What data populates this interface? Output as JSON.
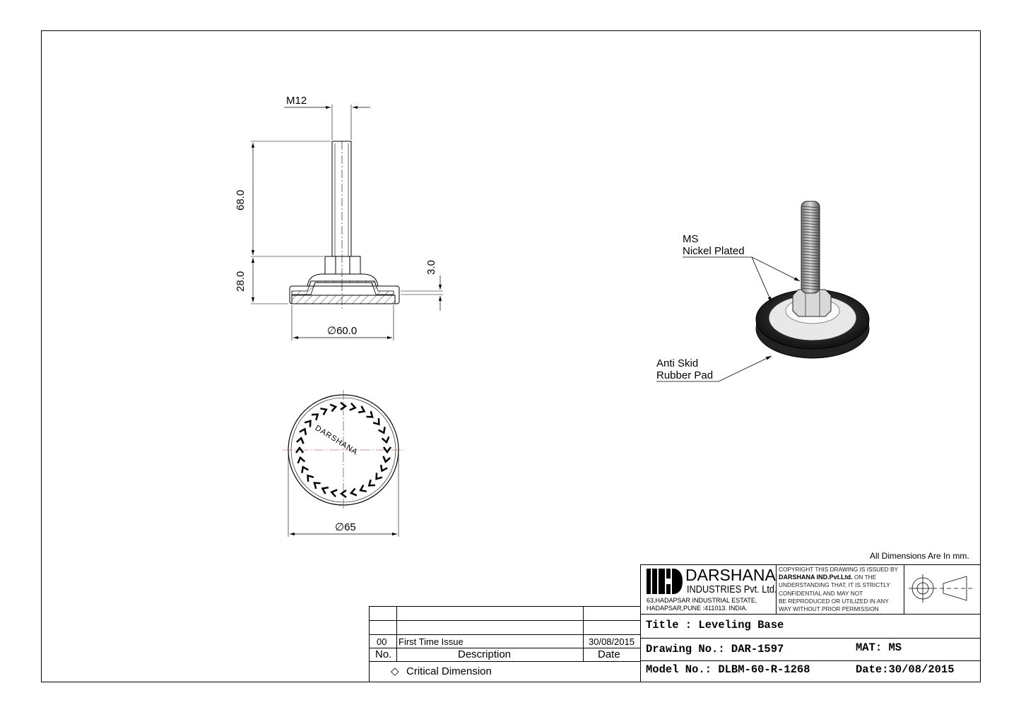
{
  "views": {
    "side_view": {
      "dims": {
        "thread": "M12",
        "stud_height": "68.0",
        "base_height": "28.0",
        "pad_thickness": "3.0",
        "base_diameter": "∅60.0"
      }
    },
    "bottom_view": {
      "logo_text": "DARSHANA",
      "dims": {
        "diameter": "∅65"
      }
    },
    "iso_view": {
      "callout_stud": {
        "line1": "MS",
        "line2": "Nickel Plated"
      },
      "callout_pad": {
        "line1": "Anti Skid",
        "line2": "Rubber Pad"
      }
    }
  },
  "units_note": "All Dimensions Are In mm.",
  "title_block": {
    "company": {
      "name": "DARSHANA",
      "subtitle": "INDUSTRIES Pvt. Ltd.",
      "address1": "63,HADAPSAR INDUSTRIAL ESTATE,",
      "address2": "HADAPSAR,PUNE :411013. INDIA."
    },
    "copyright": {
      "line1": "COPYRIGHT THIS DRAWING IS ISSUED BY",
      "line2_bold": "DARSHANA IND.Pvt.Ltd.",
      "line2_rest": " ON THE",
      "line3": "UNDERSTANDING THAT, IT IS STRICTLY",
      "line4": "CONFIDENTIAL AND MAY NOT",
      "line5": "BE REPRODUCED OR UTILIZED IN ANY",
      "line6": "WAY WITHOUT PRIOR PERMISSION"
    },
    "projection_symbol": "third-angle-projection-icon",
    "title": "Title : Leveling Base",
    "drawing_no": "Drawing No.: DAR-1597",
    "material": "MAT: MS",
    "model_no": "Model No.: DLBM-60-R-1268",
    "date": "Date:30/08/2015"
  },
  "revision_table": {
    "rows": [
      {
        "no": "",
        "description": "",
        "date": ""
      },
      {
        "no": "",
        "description": "",
        "date": ""
      },
      {
        "no": "00",
        "description": "First Time Issue",
        "date": "30/08/2015"
      }
    ],
    "headers": {
      "no": "No.",
      "description": "Description",
      "date": "Date"
    },
    "critical_symbol": "◇",
    "critical_note": "Critical Dimension"
  }
}
